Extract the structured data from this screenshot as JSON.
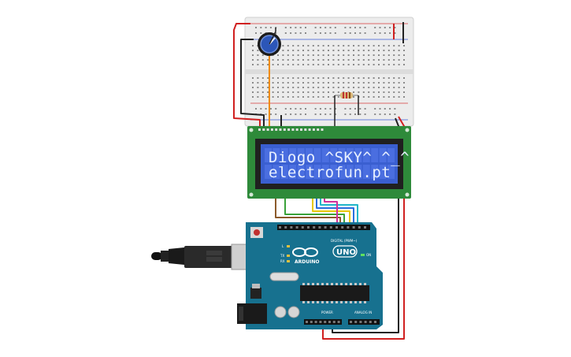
{
  "lcd": {
    "line1": "Diogo ^SKY^ ^_^",
    "line2": "electrofun.pt"
  },
  "arduino": {
    "brand": "ARDUINO",
    "model": "UNO",
    "digital_label": "DIGITAL (PWM~)",
    "analog_label": "ANALOG IN",
    "power_label": "POWER",
    "on_label": "ON",
    "tx_label": "TX",
    "rx_label": "RX",
    "l_label": "L"
  },
  "colors": {
    "breadboard": "#ececec",
    "lcd_board": "#2e8a3a",
    "lcd_screen": "#3a5fd0",
    "arduino_board": "#17718f",
    "wire_red": "#d02020",
    "wire_black": "#222222",
    "wire_orange": "#f08c00"
  }
}
